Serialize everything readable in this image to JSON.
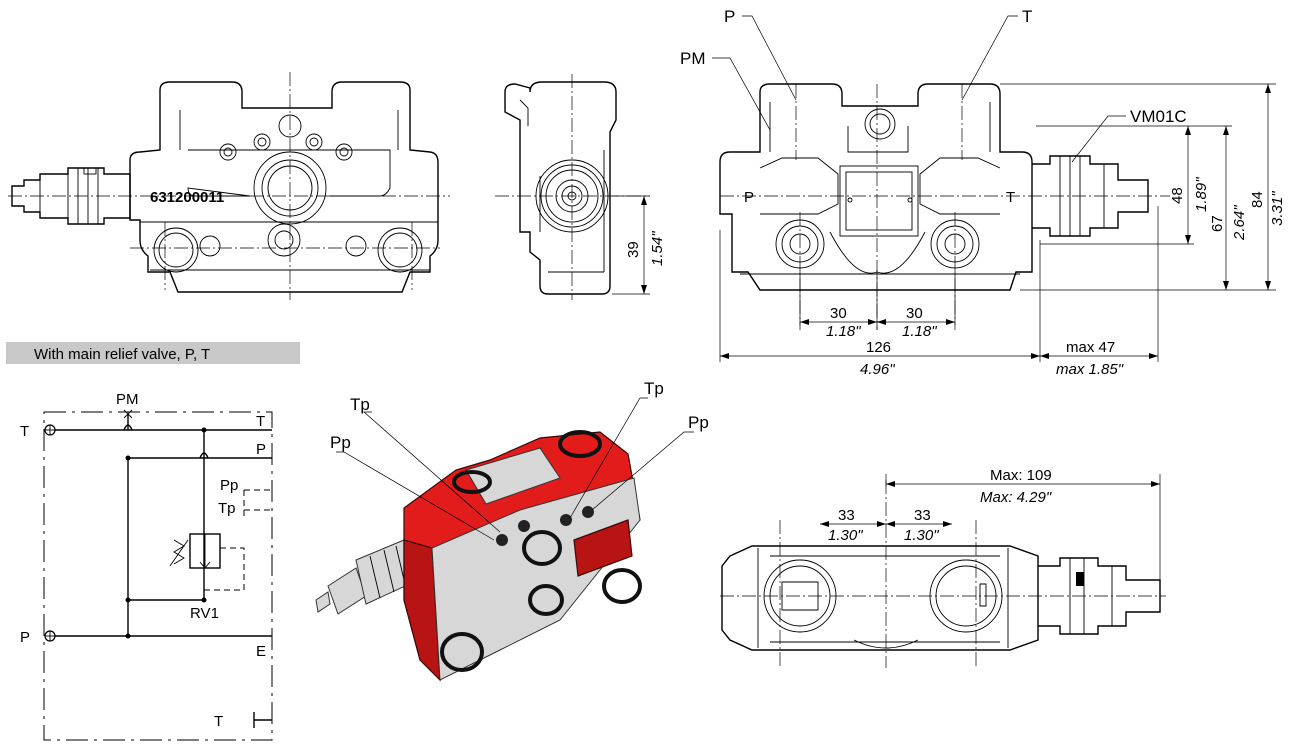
{
  "front_view": {
    "part_number": "631200011"
  },
  "side_view": {
    "dim_39": "39",
    "dim_39_in": "1.54\""
  },
  "top_right_view": {
    "label_p_top": "P",
    "label_t_top": "T",
    "label_pm": "PM",
    "label_vm01c": "VM01C",
    "port_p": "P",
    "port_t": "T",
    "dim_48": "48",
    "dim_48_in": "1.89\"",
    "dim_67": "67",
    "dim_67_in": "2.64\"",
    "dim_84": "84",
    "dim_84_in": "3.31\"",
    "dim_30_left": "30",
    "dim_30_left_in": "1.18\"",
    "dim_30_right": "30",
    "dim_30_right_in": "1.18\"",
    "dim_126": "126",
    "dim_126_in": "4.96\"",
    "dim_max47": "max 47",
    "dim_max47_in": "max 1.85\""
  },
  "schematic": {
    "header": "With main relief valve, P, T",
    "header_bg": "#c8c8c8",
    "pm": "PM",
    "t_left": "T",
    "p_left": "P",
    "t_right": "T",
    "p_right": "P",
    "pp": "Pp",
    "tp": "Tp",
    "rv1": "RV1",
    "e": "E",
    "t_bottom": "T"
  },
  "render_3d": {
    "tp_left": "Tp",
    "pp_left": "Pp",
    "tp_right": "Tp",
    "pp_right": "Pp",
    "body_color": "#e21b1b"
  },
  "bottom_view": {
    "dim_max109": "Max: 109",
    "dim_max109_in": "Max: 4.29\"",
    "dim_33_left": "33",
    "dim_33_left_in": "1.30\"",
    "dim_33_right": "33",
    "dim_33_right_in": "1.30\""
  }
}
